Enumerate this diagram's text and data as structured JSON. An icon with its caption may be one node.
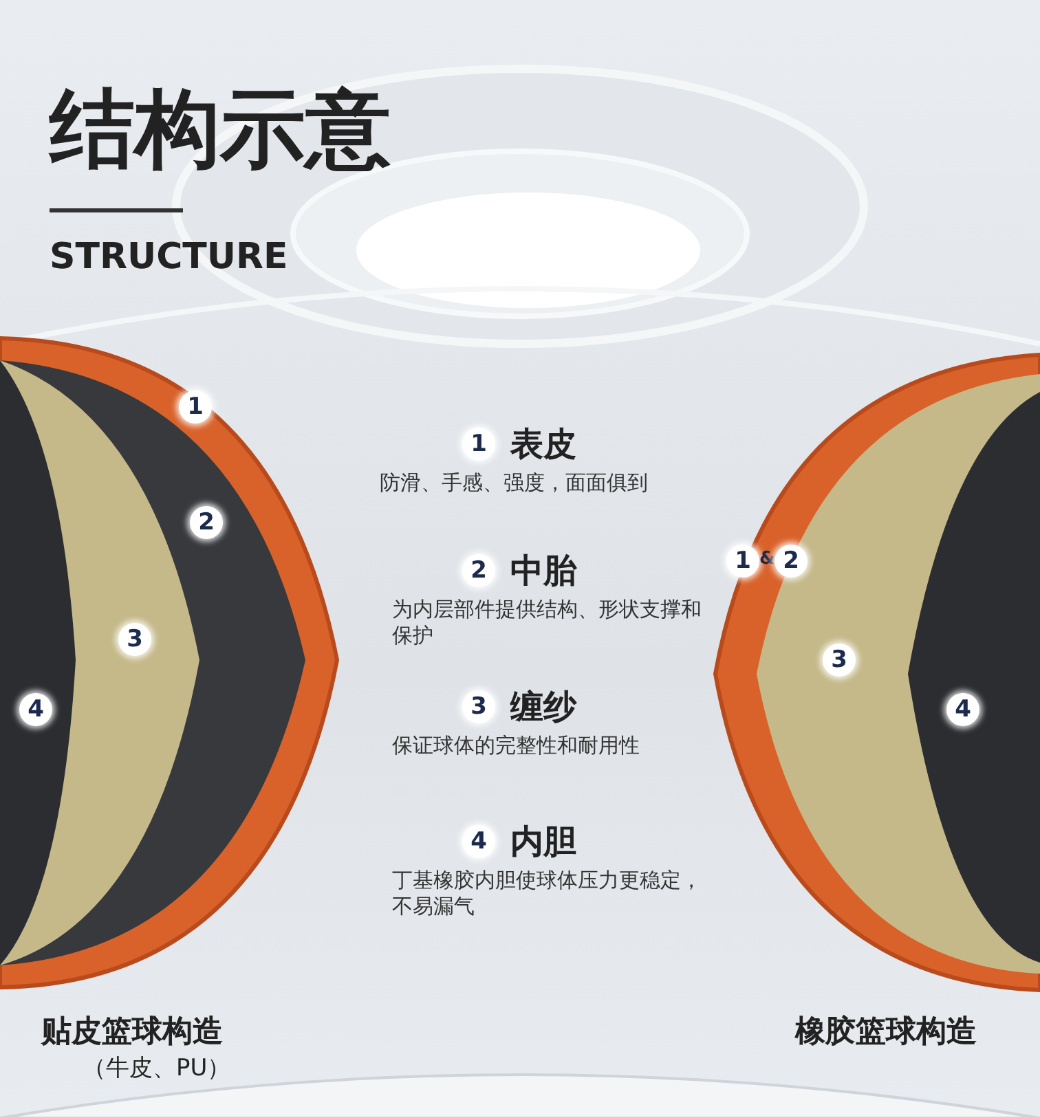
{
  "diagram": {
    "title": "结构示意",
    "labels": [
      "STRUCTURE",
      "1",
      "2",
      "3",
      "4",
      "1",
      "表皮",
      "防滑、手感、强度，面面俱到",
      "2",
      "中胎",
      "为内层部件提供结构、形状支撑和保护",
      "3",
      "缠纱",
      "保证球体的完整性和耐用性",
      "4",
      "内胆",
      "丁基橡胶内胆使球体压力更稳定，不易漏气",
      "1",
      "&",
      "2",
      "3",
      "4",
      "贴皮篮球构造",
      "（牛皮、PU）",
      "橡胶篮球构造"
    ]
  }
}
